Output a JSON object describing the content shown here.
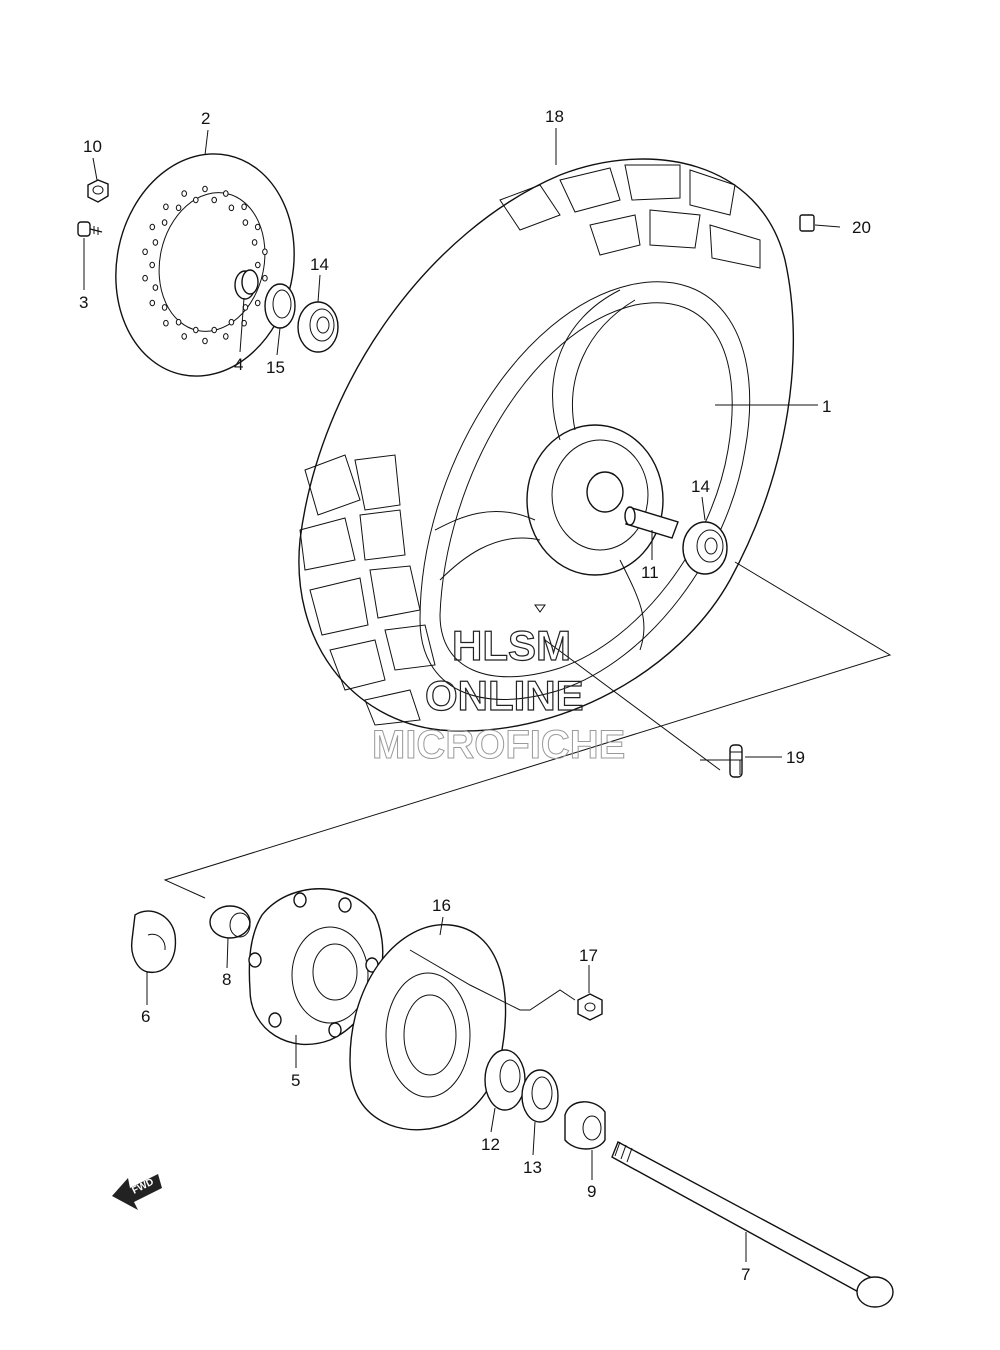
{
  "watermark": {
    "line1": "HLSM",
    "line2": "ONLINE",
    "line3": "MICROFICHE"
  },
  "fwd_label": "FWD",
  "callouts": {
    "c1": "1",
    "c2": "2",
    "c3": "3",
    "c4": "4",
    "c5": "5",
    "c6": "6",
    "c7": "7",
    "c8": "8",
    "c9": "9",
    "c10": "10",
    "c11": "11",
    "c12": "12",
    "c13": "13",
    "c14a": "14",
    "c14b": "14",
    "c15": "15",
    "c16": "16",
    "c17": "17",
    "c18": "18",
    "c19": "19",
    "c20": "20"
  },
  "colors": {
    "line": "#111111",
    "background": "#ffffff"
  }
}
